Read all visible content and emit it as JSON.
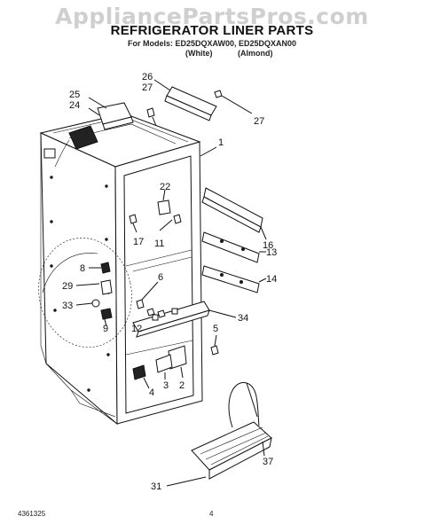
{
  "header": {
    "watermark": "AppliancePartsPros.com",
    "title": "REFRIGERATOR LINER PARTS",
    "models": "For Models: ED25DQXAW00, ED25DQXAN00",
    "color_white": "(White)",
    "color_almond": "(Almond)"
  },
  "callouts": {
    "c1": "1",
    "c2": "2",
    "c3": "3",
    "c4": "4",
    "c5": "5",
    "c6": "6",
    "c8": "8",
    "c9": "9",
    "c11": "11",
    "c12": "12",
    "c13": "13",
    "c14": "14",
    "c16": "16",
    "c17": "17",
    "c22": "22",
    "c24": "24",
    "c25": "25",
    "c26": "26",
    "c27a": "27",
    "c27b": "27",
    "c29": "29",
    "c31": "31",
    "c33": "33",
    "c34": "34",
    "c37": "37"
  },
  "footer": {
    "doc_number": "4361325",
    "page": "4"
  }
}
